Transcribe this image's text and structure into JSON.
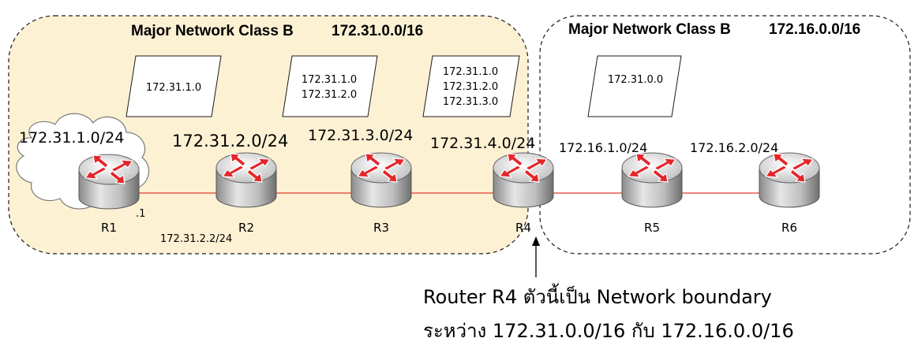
{
  "colors": {
    "zone_left_fill": "#fdf1d4",
    "zone_border": "#1a1a1a",
    "link_line": "#e43a2e",
    "router_arrow": "#e3262a"
  },
  "zones": {
    "left": {
      "title": "Major Network Class B",
      "prefix": "172.31.0.0/16"
    },
    "right": {
      "title": "Major Network Class B",
      "prefix": "172.16.0.0/16"
    }
  },
  "tables": [
    {
      "lines": [
        "172.31.1.0"
      ]
    },
    {
      "lines": [
        "172.31.1.0",
        "172.31.2.0"
      ]
    },
    {
      "lines": [
        "172.31.1.0",
        "172.31.2.0",
        "172.31.3.0"
      ]
    },
    {
      "lines": [
        "172.31.0.0"
      ]
    }
  ],
  "subnets": {
    "s1": "172.31.1.0/24",
    "s2": "172.31.2.0/24",
    "s3": "172.31.3.0/24",
    "s4": "172.31.4.0/24",
    "s5": "172.16.1.0/24",
    "s6": "172.16.2.0/24"
  },
  "routers": [
    "R1",
    "R2",
    "R3",
    "R4",
    "R5",
    "R6"
  ],
  "host_labels": {
    "r1_iface": ".1",
    "r2_iface": "172.31.2.2/24"
  },
  "note": {
    "line1": "Router R4 ตัวนี้เป็น Network boundary",
    "line2": "ระหว่าง 172.31.0.0/16 กับ 172.16.0.0/16"
  }
}
